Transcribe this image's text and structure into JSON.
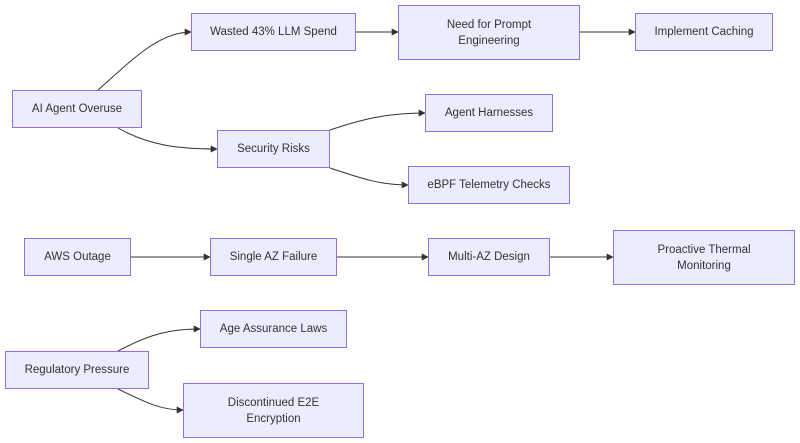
{
  "nodes": [
    {
      "id": "ai",
      "label": "AI Agent Overuse"
    },
    {
      "id": "wasted",
      "label": "Wasted 43% LLM Spend"
    },
    {
      "id": "prompt",
      "label": "Need for Prompt\nEngineering"
    },
    {
      "id": "caching",
      "label": "Implement Caching"
    },
    {
      "id": "security",
      "label": "Security Risks"
    },
    {
      "id": "harness",
      "label": "Agent Harnesses"
    },
    {
      "id": "ebpf",
      "label": "eBPF Telemetry Checks"
    },
    {
      "id": "aws",
      "label": "AWS Outage"
    },
    {
      "id": "singleaz",
      "label": "Single AZ Failure"
    },
    {
      "id": "multiaz",
      "label": "Multi-AZ Design"
    },
    {
      "id": "thermal",
      "label": "Proactive Thermal\nMonitoring"
    },
    {
      "id": "regulatory",
      "label": "Regulatory Pressure"
    },
    {
      "id": "age",
      "label": "Age Assurance Laws"
    },
    {
      "id": "e2e",
      "label": "Discontinued E2E\nEncryption"
    }
  ],
  "edges": [
    {
      "from": "ai",
      "to": "wasted"
    },
    {
      "from": "wasted",
      "to": "prompt"
    },
    {
      "from": "prompt",
      "to": "caching"
    },
    {
      "from": "ai",
      "to": "security"
    },
    {
      "from": "security",
      "to": "harness"
    },
    {
      "from": "security",
      "to": "ebpf"
    },
    {
      "from": "aws",
      "to": "singleaz"
    },
    {
      "from": "singleaz",
      "to": "multiaz"
    },
    {
      "from": "multiaz",
      "to": "thermal"
    },
    {
      "from": "regulatory",
      "to": "age"
    },
    {
      "from": "regulatory",
      "to": "e2e"
    }
  ],
  "colors": {
    "node_fill": "#ececff",
    "node_border": "#9370db",
    "text": "#333333",
    "edge": "#333333"
  }
}
